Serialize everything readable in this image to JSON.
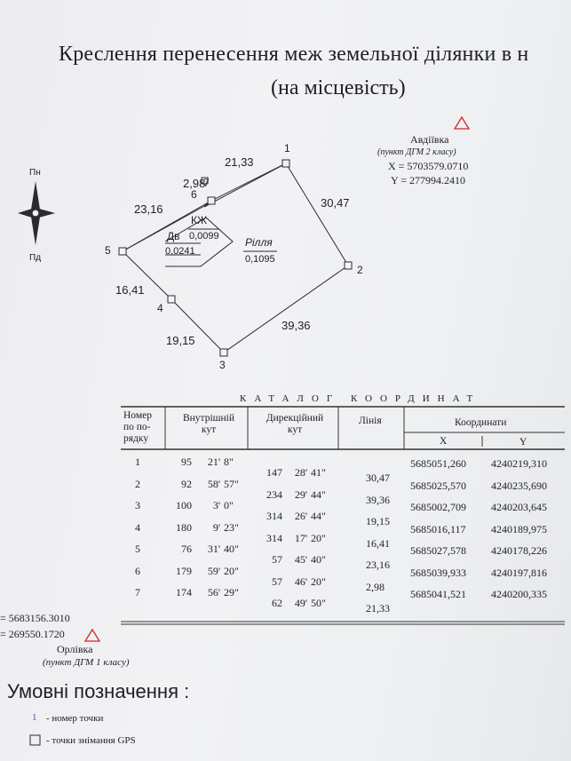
{
  "title": {
    "line1": "Креслення перенесення меж земельної ділянки в н",
    "line2": "(на місцевість)"
  },
  "reference_point_1": {
    "name": "Авдіївка",
    "type": "(пункт ДГМ 2 класу)",
    "x": "X = 5703579.0710",
    "y": "Y = 277994.2410"
  },
  "reference_point_2": {
    "x": "= 5683156.3010",
    "y": "= 269550.1720",
    "name": "Орлівка",
    "type": "(пункт ДГМ 1 класу)"
  },
  "compass": {
    "north": "Пн",
    "south": "Пд"
  },
  "plan": {
    "points": [
      "1",
      "2",
      "3",
      "4",
      "5",
      "6",
      "7"
    ],
    "side_lengths": [
      "21,33",
      "30,47",
      "39,36",
      "19,15",
      "16,41",
      "23,16",
      "2,98"
    ],
    "parcels": [
      {
        "code": "КЖ",
        "area": "0,0099"
      },
      {
        "code": "Дв",
        "area": "0,0241"
      },
      {
        "code": "Рілля",
        "area": "0,1095"
      }
    ]
  },
  "catalog": {
    "title": "КАТАЛОГ КООРДИНАТ",
    "headers": {
      "num": "Номер по по- рядку",
      "inner_angle": "Внутрішній кут",
      "direction_angle": "Дирекційний кут",
      "line": "Лінія",
      "coords": "Координати",
      "x": "X",
      "y": "Y"
    },
    "points": [
      {
        "n": "1",
        "deg": "95",
        "min": "21'",
        "sec": "8\"",
        "x": "5685051,260",
        "y": "4240219,310"
      },
      {
        "n": "2",
        "deg": "92",
        "min": "58'",
        "sec": "57\"",
        "x": "5685025,570",
        "y": "4240235,690"
      },
      {
        "n": "3",
        "deg": "100",
        "min": "3'",
        "sec": "0\"",
        "x": "5685002,709",
        "y": "4240203,645"
      },
      {
        "n": "4",
        "deg": "180",
        "min": "9'",
        "sec": "23\"",
        "x": "5685016,117",
        "y": "4240189,975"
      },
      {
        "n": "5",
        "deg": "76",
        "min": "31'",
        "sec": "40\"",
        "x": "5685027,578",
        "y": "4240178,226"
      },
      {
        "n": "6",
        "deg": "179",
        "min": "59'",
        "sec": "20\"",
        "x": "5685039,933",
        "y": "4240197,816"
      },
      {
        "n": "7",
        "deg": "174",
        "min": "56'",
        "sec": "29\"",
        "x": "5685041,521",
        "y": "4240200,335"
      }
    ],
    "segments": [
      {
        "deg": "147",
        "min": "28'",
        "sec": "41\"",
        "line": "30,47"
      },
      {
        "deg": "234",
        "min": "29'",
        "sec": "44\"",
        "line": "39,36"
      },
      {
        "deg": "314",
        "min": "26'",
        "sec": "44\"",
        "line": "19,15"
      },
      {
        "deg": "314",
        "min": "17'",
        "sec": "20\"",
        "line": "16,41"
      },
      {
        "deg": "57",
        "min": "45'",
        "sec": "40\"",
        "line": "23,16"
      },
      {
        "deg": "57",
        "min": "46'",
        "sec": "20\"",
        "line": "2,98"
      },
      {
        "deg": "62",
        "min": "49'",
        "sec": "50\"",
        "line": "21,33"
      }
    ]
  },
  "legend": {
    "title": "Умовні позначення :",
    "items": [
      {
        "symbol": "1",
        "label": "- номер точки"
      },
      {
        "label": "- точки знімання GPS"
      }
    ]
  }
}
